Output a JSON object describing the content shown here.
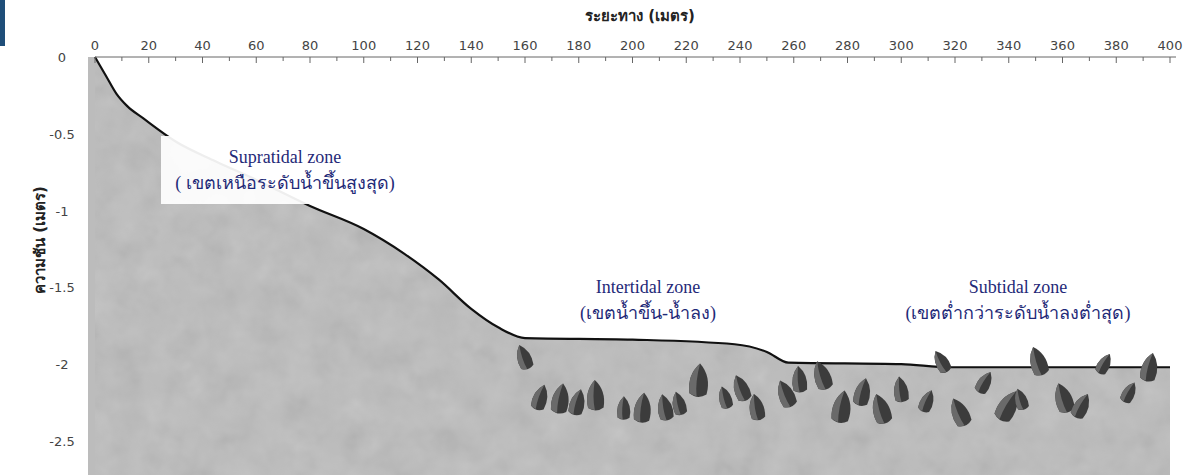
{
  "diagram": {
    "nodes": [
      {
        "text": [
          "Supratidal zone",
          "( เขตเหนือระดับน้ำขึ้นสูงสุด)"
        ]
      },
      {
        "text": [
          "Intertidal zone",
          "(เขตน้ำขึ้น-น้ำลง)"
        ]
      },
      {
        "text": [
          "Subtidal zone",
          "(เขตต่ำกว่าระดับน้ำลงต่ำสุด)"
        ]
      }
    ],
    "labels": [
      "ระยะทาง (เมตร)",
      "0",
      "20",
      "40",
      "60",
      "80",
      "100",
      "120",
      "140",
      "160",
      "180",
      "200",
      "220",
      "240",
      "260",
      "280",
      "300",
      "320",
      "340",
      "360",
      "380",
      "400",
      "ความชัน (เมตร)",
      "0",
      "-0.5",
      "-1",
      "-1.5",
      "-2",
      "-2.5"
    ]
  }
}
